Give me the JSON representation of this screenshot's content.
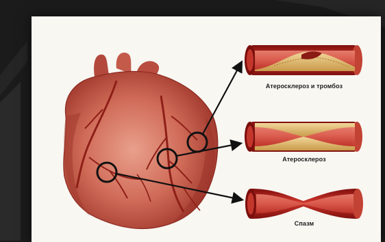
{
  "labels": {
    "vessel_1": "Атеросклероз и тромбоз",
    "vessel_2": "Атеросклероз",
    "vessel_3": "Спазм"
  },
  "colors": {
    "background": "#1a1a1a",
    "panel": "#f8f7f2",
    "heart": "#c9574a",
    "vessel_wall": "#b3201c",
    "vessel_lumen": "#e05a4a",
    "plaque": "#d9b36a",
    "arrow": "#111111"
  }
}
